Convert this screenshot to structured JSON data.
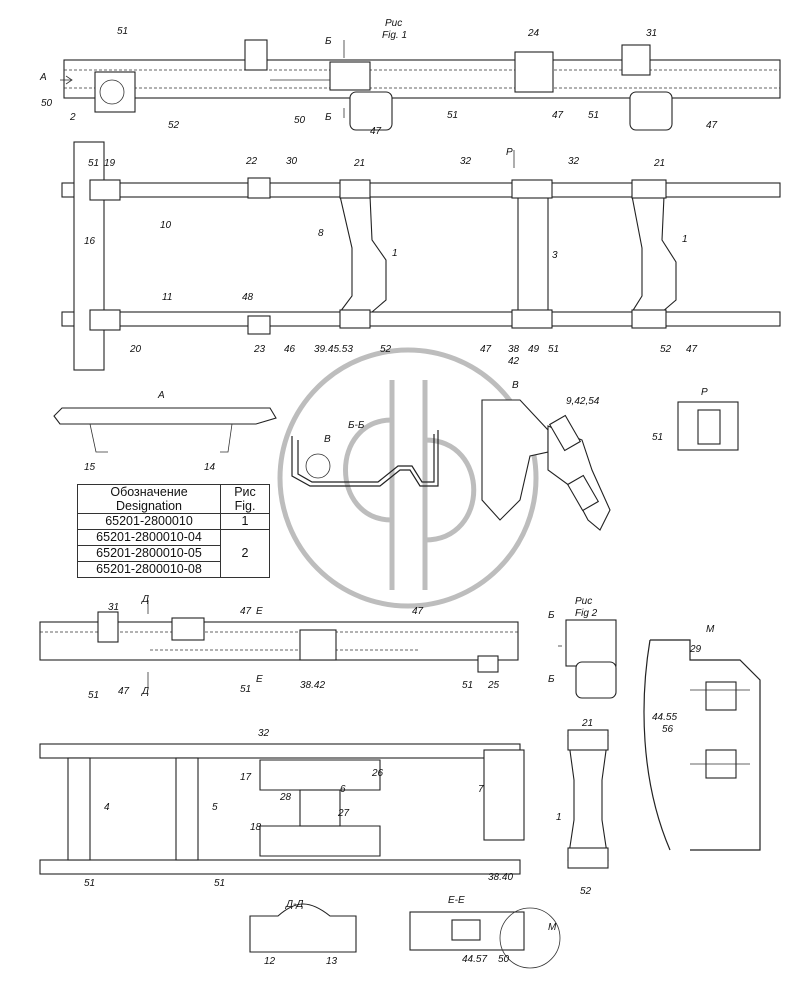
{
  "figures": {
    "fig1": {
      "label_ru": "Рис",
      "label_en": "Fig. 1"
    },
    "fig2": {
      "label_ru": "Рис",
      "label_en": "Fig 2"
    }
  },
  "section_titles": {
    "view_a": "А",
    "view_b_b": "Б-Б",
    "view_v": "В",
    "view_p": "Р",
    "view_m": "М",
    "view_d_d": "Д-Д",
    "view_e_e": "Е-Е"
  },
  "section_marks": {
    "b": "Б",
    "d": "Д",
    "e": "Е",
    "p": "Р",
    "m": "М",
    "v": "В",
    "a": "А"
  },
  "table": {
    "header_designation": "Обозначение\nDesignation",
    "header_fig": "Рис\nFig.",
    "rows": [
      {
        "designation": "65201-2800010",
        "fig": "1"
      },
      {
        "designation": "65201-2800010-04",
        "fig": "2"
      },
      {
        "designation": "65201-2800010-05",
        "fig": ""
      },
      {
        "designation": "65201-2800010-08",
        "fig": ""
      }
    ]
  },
  "callouts": [
    "51",
    "50",
    "2",
    "52",
    "47",
    "51",
    "50",
    "24",
    "47",
    "51",
    "31",
    "47",
    "51",
    "19",
    "10",
    "22",
    "30",
    "21",
    "32",
    "21",
    "32",
    "8",
    "1",
    "3",
    "1",
    "16",
    "11",
    "48",
    "20",
    "23",
    "46",
    "39.45.53",
    "52",
    "47",
    "38",
    "42",
    "49",
    "51",
    "52",
    "47",
    "15",
    "14",
    "9,42,54",
    "51",
    "31",
    "47",
    "51",
    "47",
    "51",
    "38.42",
    "47",
    "51",
    "25",
    "21",
    "1",
    "52",
    "29",
    "44.55",
    "56",
    "32",
    "4",
    "5",
    "17",
    "26",
    "28",
    "6",
    "27",
    "18",
    "51",
    "51",
    "38.40",
    "7",
    "12",
    "13",
    "44.57",
    "50"
  ]
}
